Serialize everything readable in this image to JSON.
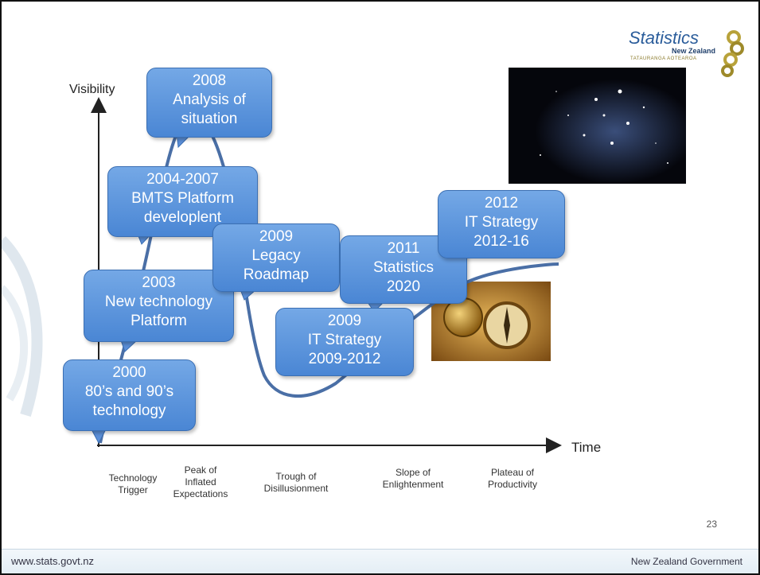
{
  "axes": {
    "y_label": "Visibility",
    "x_label": "Time"
  },
  "phases": [
    {
      "lines": [
        "Technology",
        "Trigger"
      ]
    },
    {
      "lines": [
        "Peak of",
        "Inflated",
        "Expectations"
      ]
    },
    {
      "lines": [
        "Trough of",
        "Disillusionment"
      ]
    },
    {
      "lines": [
        "Slope of",
        "Enlightenment"
      ]
    },
    {
      "lines": [
        "Plateau of",
        "Productivity"
      ]
    }
  ],
  "callouts": [
    {
      "lines": [
        "2008",
        "Analysis of",
        "situation"
      ]
    },
    {
      "lines": [
        "2004-2007",
        "BMTS Platform",
        "developlent"
      ]
    },
    {
      "lines": [
        "2003",
        "New technology",
        "Platform"
      ]
    },
    {
      "lines": [
        "2000",
        "80’s and 90’s",
        "technology"
      ]
    },
    {
      "lines": [
        "2009",
        "Legacy",
        "Roadmap"
      ]
    },
    {
      "lines": [
        "2009",
        "IT Strategy",
        "2009-2012"
      ]
    },
    {
      "lines": [
        "2011",
        "Statistics",
        "2020"
      ]
    },
    {
      "lines": [
        "2012",
        "IT Strategy",
        "2012-16"
      ]
    }
  ],
  "logo": {
    "main": "Statistics",
    "sub": "New Zealand",
    "maori": "TATAURANGA AOTEAROA"
  },
  "page_number": "23",
  "footer": {
    "url": "www.stats.govt.nz",
    "government": "New Zealand Government"
  },
  "colors": {
    "callout_fill": "#5b95dd",
    "curve": "#4a6fa6",
    "footer_bg": "#e8f0f6"
  },
  "images": [
    {
      "name": "star-field-photo"
    },
    {
      "name": "compass-photo"
    }
  ]
}
